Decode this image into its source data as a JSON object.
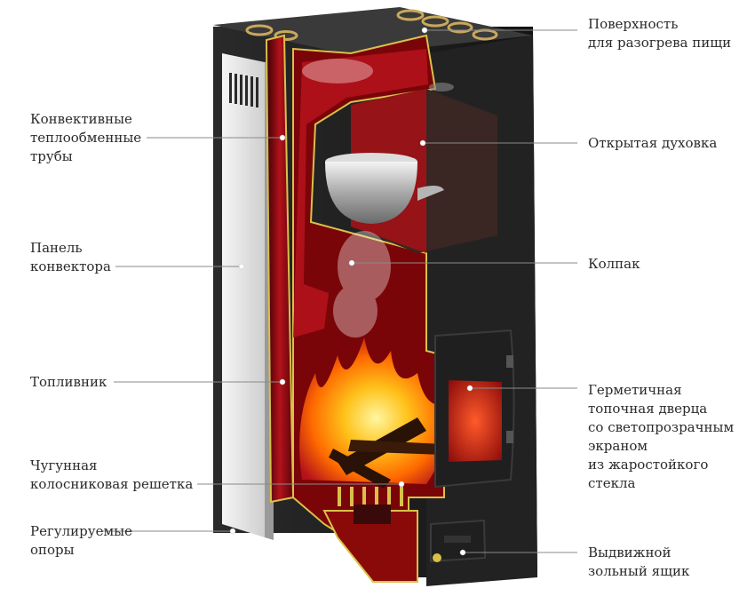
{
  "diagram": {
    "labels": {
      "cooking_surface": "Поверхность\nдля разогрева пищи",
      "convection_pipes": "Конвективные\nтеплообменные\nтрубы",
      "open_oven": "Открытая духовка",
      "convector_panel": "Панель\nконвектора",
      "hood": "Колпак",
      "firebox": "Топливник",
      "door": "Герметичная\nтопочная дверца\nсо светопрозрачным\nэкраном\nиз жаростойкого\nстекла",
      "grate": "Чугунная\nколосниковая решетка",
      "legs": "Регулируемые\nопоры",
      "ash_drawer": "Выдвижной\nзольный ящик"
    },
    "colors": {
      "body": "#2e2e2e",
      "body_dark": "#1c1c1c",
      "panel": "#e6e6e6",
      "liner_red": "#b3121b",
      "liner_dark": "#5c0508",
      "trim_yellow": "#d9c04a",
      "flame_orange": "#ff8a00",
      "flame_yellow": "#ffd23a",
      "brass": "#c9a85a",
      "pot_silver": "#c8c8c8"
    }
  }
}
